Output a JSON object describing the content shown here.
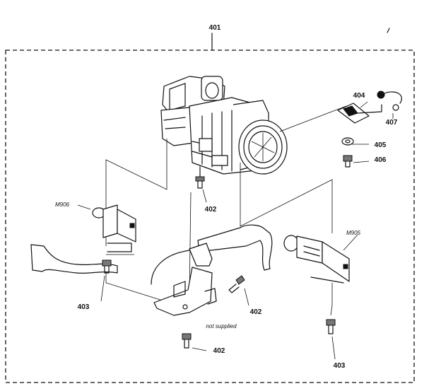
{
  "diagram": {
    "callouts": {
      "assembly": "401",
      "screw_center": "402",
      "screw_bracket": "402",
      "screw_bottom": "402",
      "screw_left": "403",
      "screw_right": "403",
      "sensor": "404",
      "washer": "405",
      "screw_406": "406",
      "cable_407": "407",
      "motor_left": "M906",
      "motor_right": "M905"
    },
    "note": "not supplied"
  }
}
